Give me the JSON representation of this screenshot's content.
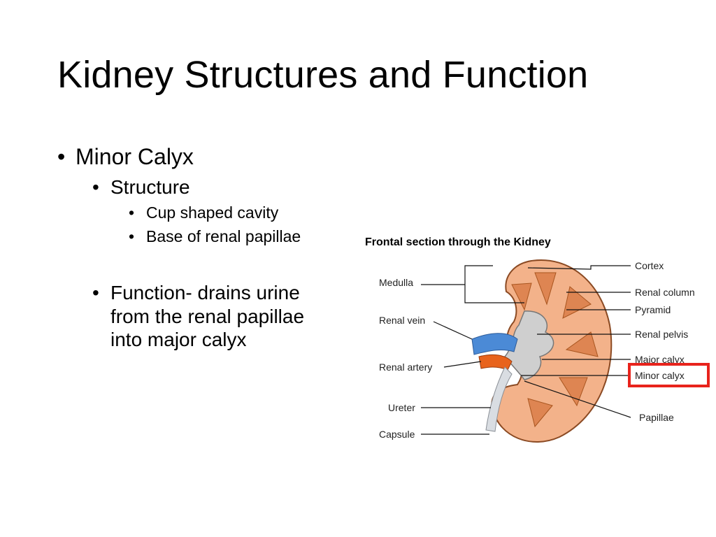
{
  "slide": {
    "title": "Kidney Structures and Function",
    "bullets": {
      "main": "Minor Calyx",
      "structure_heading": "Structure",
      "structure_items": [
        "Cup shaped cavity",
        "Base of renal papillae"
      ],
      "function_text": [
        "Function- drains urine",
        "from the renal papillae",
        "into major calyx"
      ],
      "bullet_glyph": "•"
    }
  },
  "diagram": {
    "title": "Frontal section through the Kidney",
    "left_labels": [
      "Medulla",
      "Renal vein",
      "Renal artery",
      "Ureter",
      "Capsule"
    ],
    "right_labels": [
      "Cortex",
      "Renal column",
      "Pyramid",
      "Renal pelvis",
      "Major calyx",
      "Minor calyx",
      "Papillae"
    ],
    "highlighted_label": "Minor calyx",
    "colors": {
      "highlight": "#e8231c",
      "kidney_cortex": "#f3b28a",
      "kidney_medulla": "#de8552",
      "pelvis": "#cfcfcf",
      "vein": "#4b8ad6",
      "artery": "#e8631c"
    }
  }
}
